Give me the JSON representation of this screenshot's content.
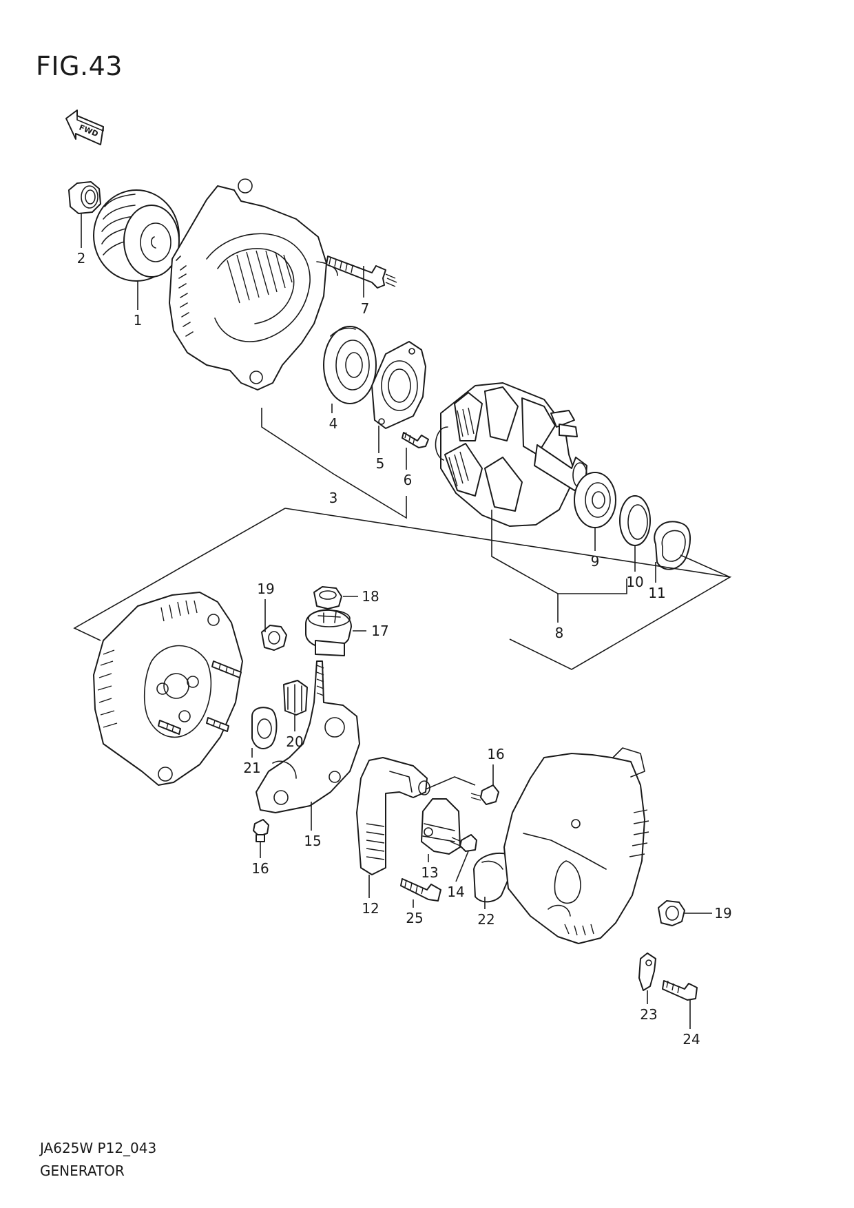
{
  "figure": {
    "title": "FIG.43"
  },
  "orientation": {
    "fwd_label": "FWD"
  },
  "footer": {
    "code": "JA625W P12_043",
    "title": "GENERATOR"
  },
  "callouts": [
    {
      "id": "c1",
      "label": "1"
    },
    {
      "id": "c2",
      "label": "2"
    },
    {
      "id": "c3",
      "label": "3"
    },
    {
      "id": "c4",
      "label": "4"
    },
    {
      "id": "c5",
      "label": "5"
    },
    {
      "id": "c6",
      "label": "6"
    },
    {
      "id": "c7",
      "label": "7"
    },
    {
      "id": "c8",
      "label": "8"
    },
    {
      "id": "c9",
      "label": "9"
    },
    {
      "id": "c10",
      "label": "10"
    },
    {
      "id": "c11",
      "label": "11"
    },
    {
      "id": "c12",
      "label": "12"
    },
    {
      "id": "c13",
      "label": "13"
    },
    {
      "id": "c14",
      "label": "14"
    },
    {
      "id": "c15",
      "label": "15"
    },
    {
      "id": "c16a",
      "label": "16"
    },
    {
      "id": "c16b",
      "label": "16"
    },
    {
      "id": "c17",
      "label": "17"
    },
    {
      "id": "c18",
      "label": "18"
    },
    {
      "id": "c19a",
      "label": "19"
    },
    {
      "id": "c19b",
      "label": "19"
    },
    {
      "id": "c20",
      "label": "20"
    },
    {
      "id": "c21",
      "label": "21"
    },
    {
      "id": "c22",
      "label": "22"
    },
    {
      "id": "c23",
      "label": "23"
    },
    {
      "id": "c24",
      "label": "24"
    },
    {
      "id": "c25",
      "label": "25"
    }
  ]
}
